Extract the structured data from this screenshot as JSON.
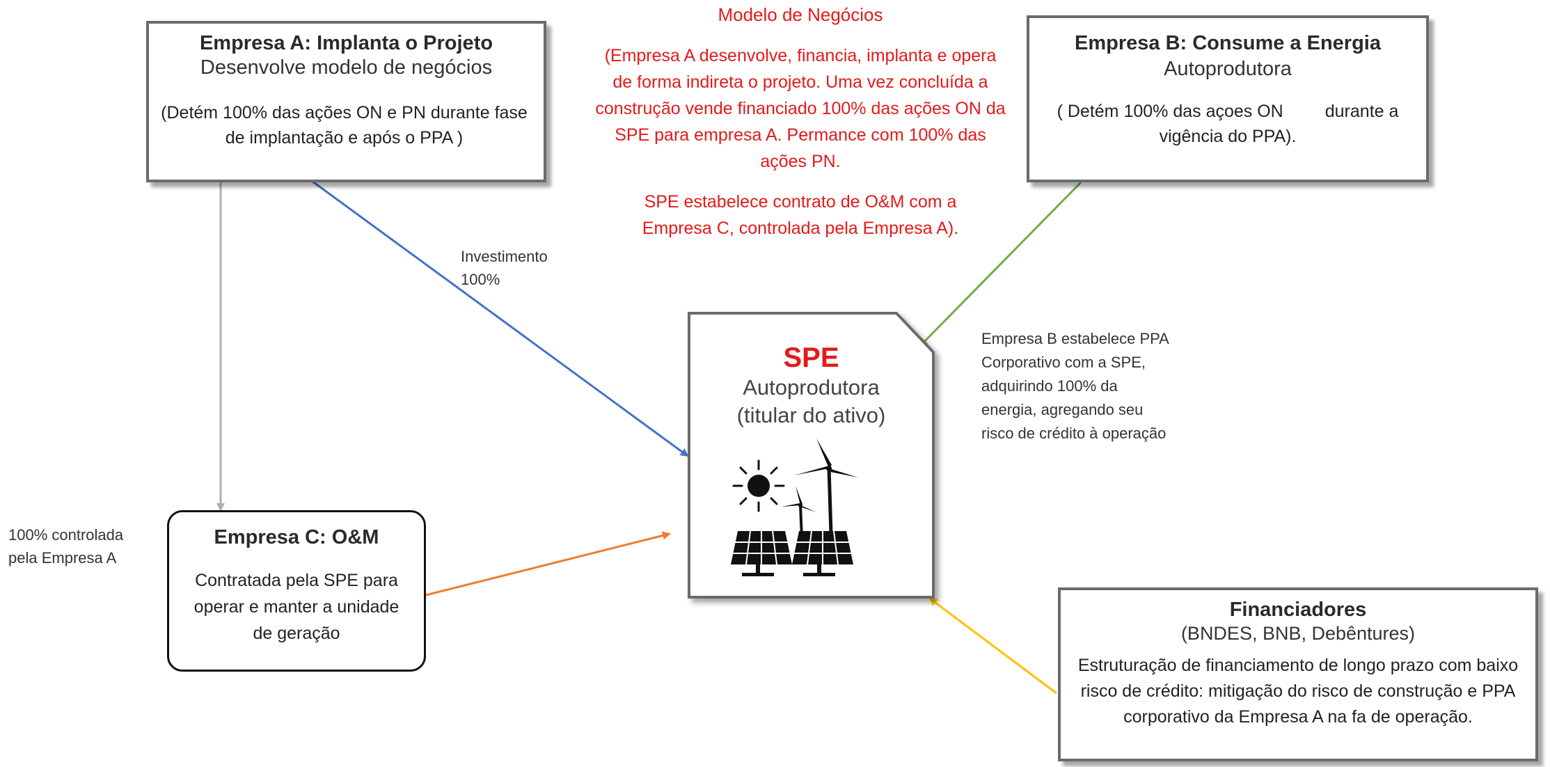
{
  "business_model": {
    "title": "Modelo de Negócios",
    "description": "(Empresa A desenvolve, financia, implanta e opera de forma indireta o projeto. Uma vez concluída a construção vende financiado 100% das ações ON da SPE para empresa A. Permance com 100% das ações PN.",
    "om_note": "SPE estabelece contrato de O&M com a Empresa C, controlada pela Empresa A)."
  },
  "empresa_a": {
    "title": "Empresa A: Implanta o Projeto",
    "subtitle": "Desenvolve modelo de negócios",
    "body": "(Detém 100% das ações ON e PN durante fase de implantação e após o PPA )"
  },
  "empresa_b": {
    "title": "Empresa B: Consume a Energia",
    "subtitle": "Autoprodutora",
    "body_part1": "( Detém 100% das açoes ON",
    "body_part2": "durante a vigência do PPA)."
  },
  "empresa_c": {
    "title": "Empresa C: O&M",
    "body": "Contratada pela SPE para operar e manter a unidade de geração"
  },
  "spe": {
    "title": "SPE",
    "subtitle": "Autoprodutora",
    "subtitle2": "(titular do ativo)"
  },
  "financiadores": {
    "title": "Financiadores",
    "subtitle": "(BNDES, BNB, Debêntures)",
    "body": "Estruturação de financiamento de longo prazo com baixo risco de crédito: mitigação do risco de construção e PPA corporativo da Empresa A na fa de operação."
  },
  "labels": {
    "investimento_line1": "Investimento",
    "investimento_line2": "100%",
    "controlada_line1": "100% controlada",
    "controlada_line2": "pela Empresa A",
    "ppa_line1": "Empresa B estabelece PPA",
    "ppa_line2": "Corporativo com a SPE,",
    "ppa_line3": "adquirindo 100% da",
    "ppa_line4": "energia, agregando seu",
    "ppa_line5": "risco de crédito à operação"
  },
  "colors": {
    "blue_arrow": "#4472c4",
    "green_arrow": "#70ad47",
    "gray_arrow": "#b0b0b0",
    "orange_arrow": "#ed7d31",
    "yellow_arrow": "#ffc000",
    "red_text": "#e41a1a"
  },
  "icons": [
    "sun-icon",
    "wind-turbine-icon",
    "solar-panel-icon"
  ]
}
